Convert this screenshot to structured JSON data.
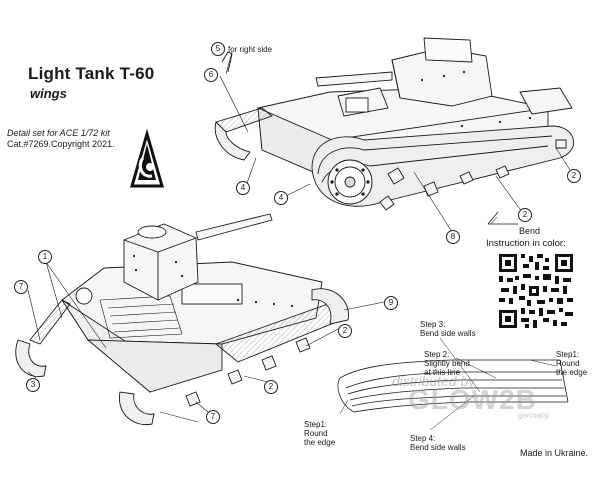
{
  "title": "Light Tank T-60",
  "subtitle": "wings",
  "detail_set": "Detail set for ACE 1/72 kit",
  "catalog": "Cat.#7269.Copyright 2021.",
  "callout_right_side": "for right side",
  "callout_right_side_num": "5",
  "bend_label": "Bend",
  "instruction_label": "Instruction in color:",
  "made_in": "Made in Ukraine.",
  "watermark": {
    "line1": "distributed by",
    "line2": "GLOW2B",
    "line3": "germany"
  },
  "steps": {
    "step1_left": "Step1:\nRound\nthe edge",
    "step1_right": "Step1:\nRound\nthe edge",
    "step2": "Step 2:\nSlightly bend\nat this line",
    "step3": "Step 3:\nBend side walls",
    "step4": "Step 4:\nBend side walls"
  },
  "part_numbers": {
    "n1": "1",
    "n2_a": "2",
    "n2_b": "2",
    "n2_c": "2",
    "n2_d": "2",
    "n3": "3",
    "n4_a": "4",
    "n4_b": "4",
    "n6": "6",
    "n7_a": "7",
    "n7_b": "7",
    "n8": "8",
    "n9": "9"
  },
  "colors": {
    "ink": "#1a1a1a",
    "tank_fill": "#f3f3f3",
    "watermark": "#a0a0a0"
  },
  "icons": [
    "ace-logo-icon",
    "qr-code-icon",
    "bend-angle-icon"
  ]
}
